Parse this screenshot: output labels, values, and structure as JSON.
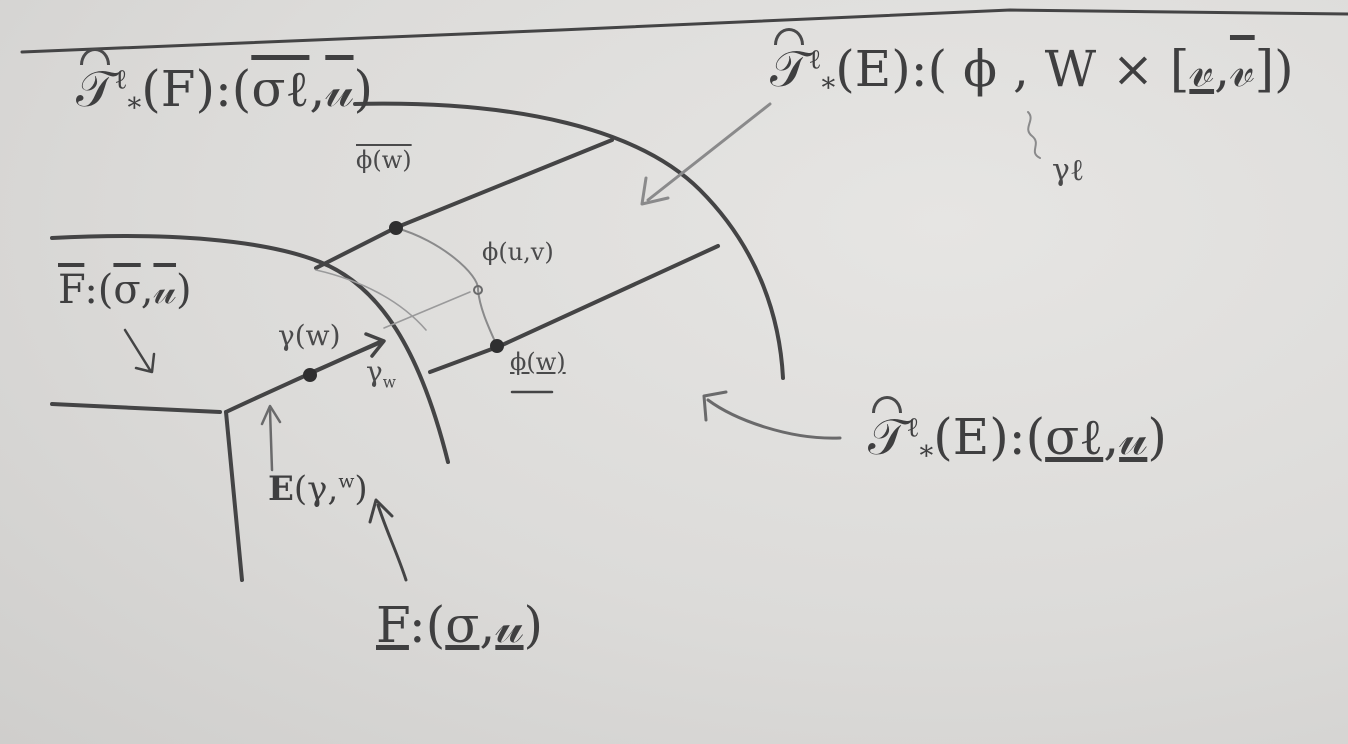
{
  "labels": {
    "tf_top": {
      "hat": "𝒯",
      "sup": "ℓ",
      "sub": "*",
      "rest": "(F):(",
      "sigma": "σℓ",
      "comma": ",",
      "u": "𝓊",
      "close": ")"
    },
    "te_top": {
      "hat": "𝒯",
      "sup": "ℓ",
      "sub": "*",
      "rest": "(E):( ϕ , W × [",
      "v_low": "𝓋",
      "comma": ",",
      "v_up": "𝓋",
      "close": "])"
    },
    "gamma_ell": "γℓ",
    "phi_bar_w": "ϕ(w)",
    "phi_uv": "ϕ(u,v)",
    "phi_under_w": "ϕ(w)",
    "f_bar": {
      "F": "F",
      "rest": ":(",
      "sigma": "σ",
      "comma": ",",
      "u": "𝓊",
      "close": ")"
    },
    "gamma_w": "γ(w)",
    "gamma_sub_w": "γ",
    "gamma_sub_w_idx": "w",
    "e_gamma_w": {
      "E": "E",
      "rest": "(γ,",
      "w": "w",
      "close": ")"
    },
    "te_right": {
      "hat": "𝒯",
      "sup": "ℓ",
      "sub": "*",
      "rest": "(E):(",
      "sigma": "σℓ",
      "comma": ",",
      "u": "𝓊",
      "close": ")"
    },
    "f_under": {
      "F": "F",
      "rest": ":(",
      "sigma": "σ",
      "comma": ",",
      "u": "𝓊",
      "close": ")"
    }
  },
  "colors": {
    "ink": "#3f3f40",
    "paper": "#dcdbd9",
    "light_ink": "#8a8a8b"
  }
}
